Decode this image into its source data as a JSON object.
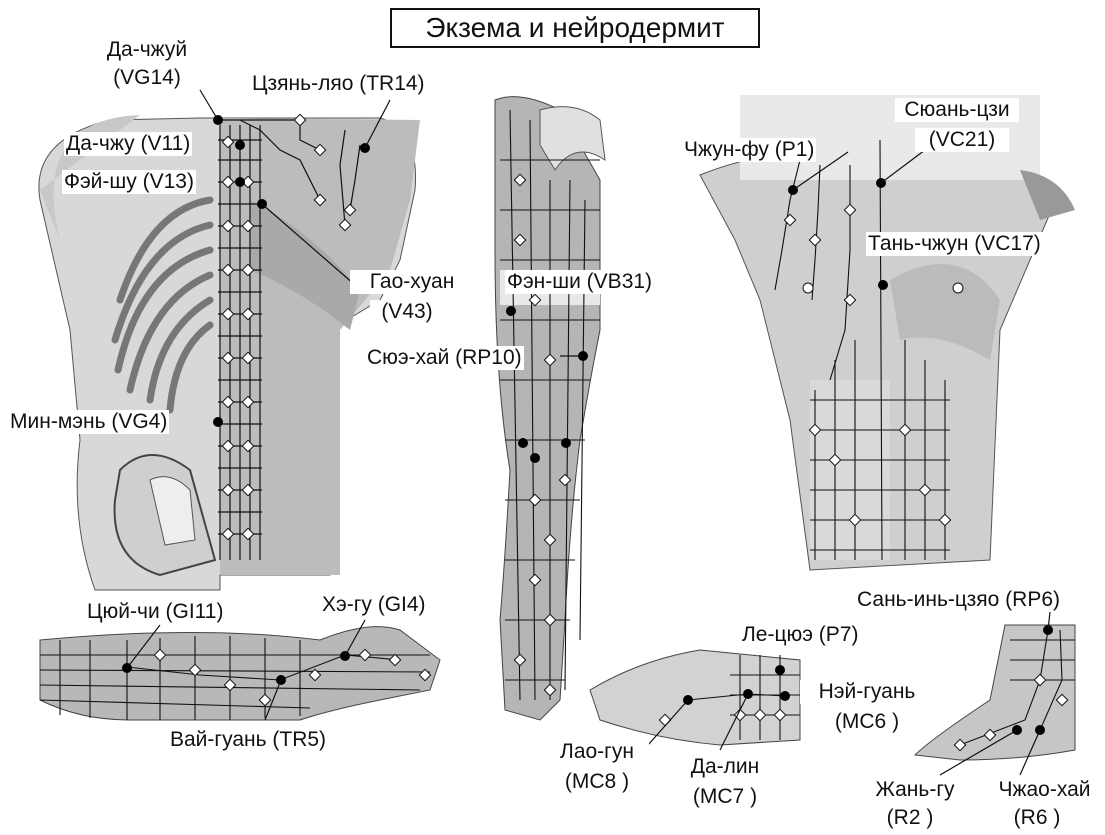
{
  "title": "Экзема и нейродермит",
  "points": {
    "vg14": {
      "name": "Да-чжуй",
      "code": "(VG14)"
    },
    "tr14": "Цзянь-ляо (TR14)",
    "v11": "Да-чжу (V11)",
    "v13": "Фэй-шу (V13)",
    "v43": {
      "name": "Гао-хуан",
      "code": "(V43)"
    },
    "vg4": "Мин-мэнь (VG4)",
    "vb31": "Фэн-ши (VB31)",
    "rp10": "Сюэ-хай (RP10)",
    "p1": "Чжун-фу (P1)",
    "vc21": {
      "name": "Сюань-цзи",
      "code": "(VC21)"
    },
    "vc17": "Тань-чжун (VC17)",
    "gi11": "Цюй-чи (GI11)",
    "gi4": "Хэ-гу (GI4)",
    "tr5": "Вай-гуань (TR5)",
    "p7": "Ле-цюэ (P7)",
    "mc6": {
      "name": "Нэй-гуань",
      "code": "(MC6 )"
    },
    "mc8": {
      "name": "Лао-гун",
      "code": "(MC8 )"
    },
    "mc7": {
      "name": "Да-лин",
      "code": "(MC7 )"
    },
    "rp6": "Сань-инь-цзяо (RP6)",
    "r2": {
      "name": "Жань-гу",
      "code": "(R2 )"
    },
    "r6": {
      "name": "Чжао-хай",
      "code": "(R6 )"
    }
  },
  "colors": {
    "line": "#111111",
    "body_light": "#e4e4e4",
    "body_mid": "#c4c4c4",
    "body_dark": "#8a8a8a",
    "point_fill": "#000000",
    "marker_fill": "#ffffff"
  }
}
